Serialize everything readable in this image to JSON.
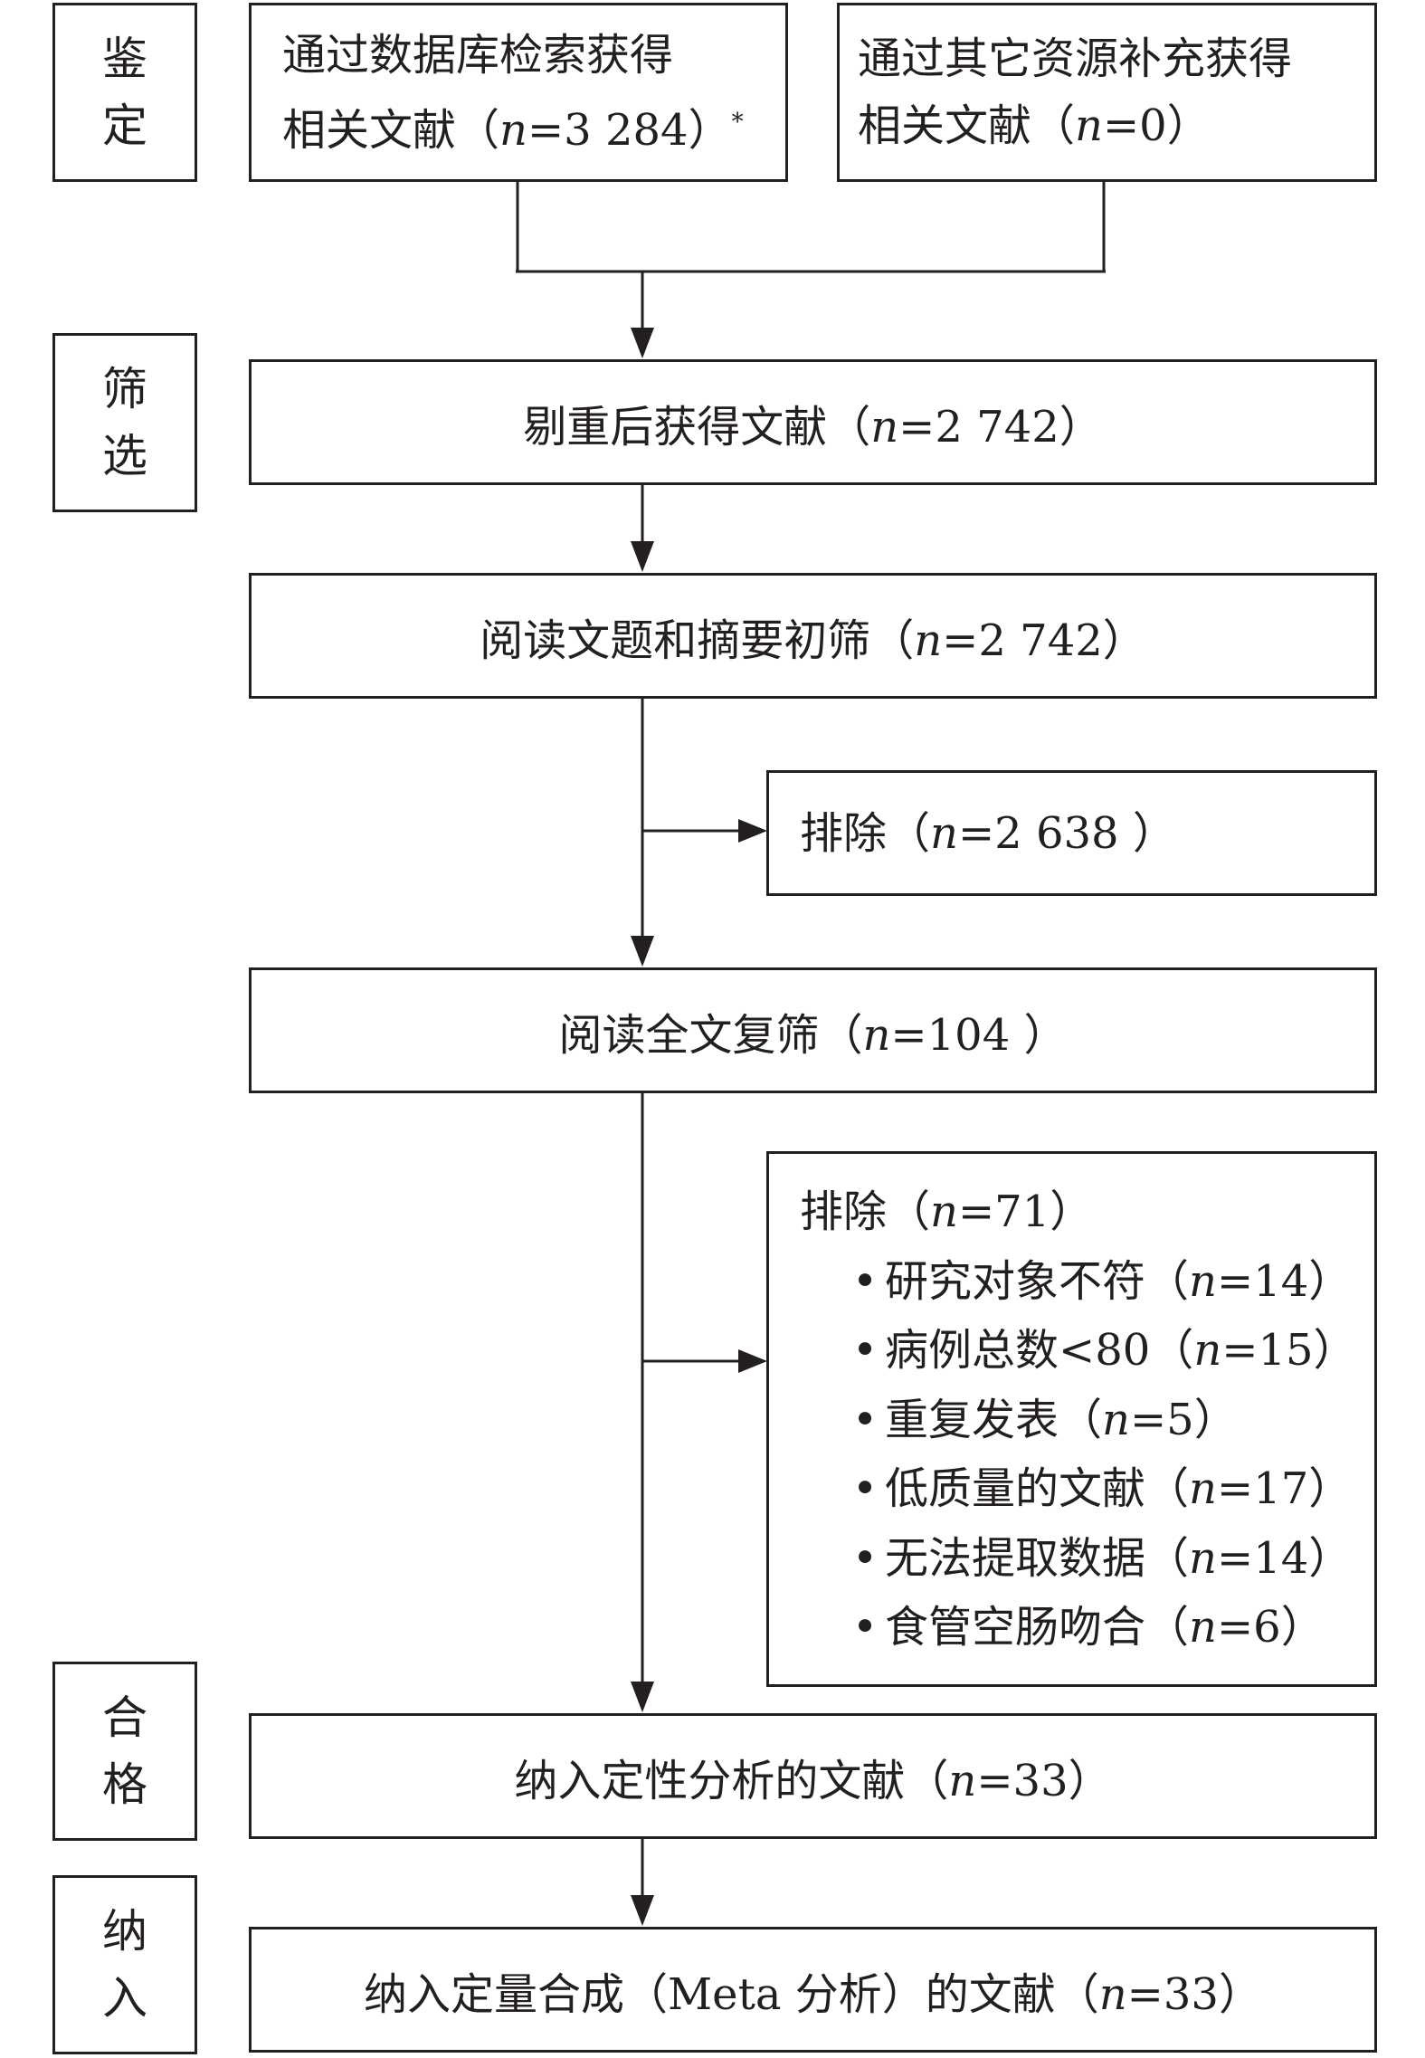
{
  "stages": {
    "identification": [
      "鉴",
      "定"
    ],
    "screening": [
      "筛",
      "选"
    ],
    "eligibility": [
      "合",
      "格"
    ],
    "included": [
      "纳",
      "入"
    ]
  },
  "boxes": {
    "database": {
      "line1": "通过数据库检索获得",
      "line2_prefix": "相关文献（",
      "n_symbol": "n",
      "line2_value": "=3 284）",
      "mark": "*"
    },
    "other_sources": {
      "line1": "通过其它资源补充获得",
      "line2_prefix": "相关文献（",
      "n_symbol": "n",
      "line2_value": "=0）"
    },
    "after_dedup": {
      "prefix": "剔重后获得文献（",
      "n_symbol": "n",
      "value": "=2 742）"
    },
    "title_abstract": {
      "prefix": "阅读文题和摘要初筛（",
      "n_symbol": "n",
      "value": "=2 742）"
    },
    "excluded_1": {
      "prefix": "排除（",
      "n_symbol": "n",
      "value": "=2 638 ）"
    },
    "fulltext": {
      "prefix": "阅读全文复筛（",
      "n_symbol": "n",
      "value": "=104 ）"
    },
    "excluded_2": {
      "header_prefix": "排除（",
      "n_symbol": "n",
      "header_value": "=71）",
      "bullet": "•",
      "reasons": [
        {
          "label": "研究对象不符（",
          "value": "=14）"
        },
        {
          "label": "病例总数<80（",
          "value": "=15）"
        },
        {
          "label": "重复发表（",
          "value": "=5）"
        },
        {
          "label": "低质量的文献（",
          "value": "=17）"
        },
        {
          "label": "无法提取数据（",
          "value": "=14）"
        },
        {
          "label": "食管空肠吻合（",
          "value": "=6）"
        }
      ]
    },
    "qualitative": {
      "prefix": "纳入定性分析的文献（",
      "n_symbol": "n",
      "value": "=33）"
    },
    "meta": {
      "prefix": "纳入定量合成（Meta 分析）的文献（",
      "n_symbol": "n",
      "value": "=33）"
    }
  }
}
